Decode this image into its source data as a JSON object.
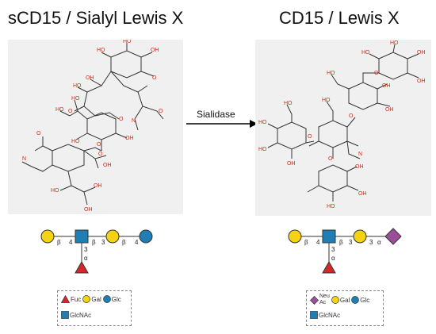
{
  "titles": {
    "left": "sCD15 / Sialyl Lewis X",
    "right": "CD15 / Lewis X"
  },
  "reaction": {
    "enzyme": "Sialidase"
  },
  "glycan_left": {
    "bonds": {
      "b1": "β",
      "b1_pos": "4",
      "b2": "β",
      "b2_pos": "3",
      "b3": "β",
      "b3_pos": "4",
      "fuc_pos": "3",
      "fuc_anomer": "α"
    }
  },
  "glycan_right": {
    "bonds": {
      "b1": "β",
      "b1_pos": "4",
      "b2": "β",
      "b2_pos": "3",
      "b3_pos": "3",
      "b3_anomer": "α",
      "fuc_pos": "3",
      "fuc_anomer": "α"
    }
  },
  "legend_left": {
    "fuc": "Fuc",
    "gal": "Gal",
    "glc": "Glc",
    "glcnac": "GlcNAc"
  },
  "legend_right": {
    "neu_line1": "Neu",
    "neu_line2": "Ac",
    "gal": "Gal",
    "glc": "Glc",
    "glcnac": "GlcNAc"
  },
  "colors": {
    "fucose": "#d62728",
    "galactose": "#f5d312",
    "glucose": "#1f7fb4",
    "glcnac": "#1f7fb4",
    "neuac": "#9b4f9b",
    "oxygen": "#d0301e"
  }
}
